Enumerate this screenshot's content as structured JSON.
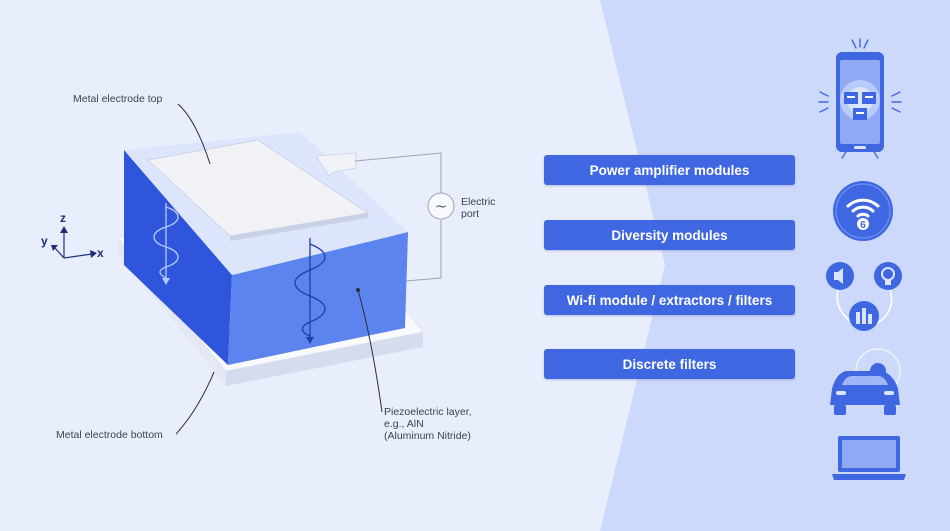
{
  "diagram": {
    "labels": {
      "top_electrode": "Metal electrode top",
      "electric_port": [
        "Electric",
        "port"
      ],
      "piezo_layer": [
        "Piezoelectric layer,",
        "e.g., AlN",
        "(Aluminum Nitride)"
      ],
      "bottom_electrode": "Metal electrode bottom"
    },
    "axes": {
      "z": "z",
      "y": "y",
      "x": "x"
    },
    "port_symbol": "~"
  },
  "modules": [
    "Power amplifier modules",
    "Diversity modules",
    "Wi-fi module / extractors / filters",
    "Discrete filters"
  ],
  "icons": {
    "wifi_badge": "6",
    "names": [
      "smartphone-icon",
      "wifi-6-icon",
      "smart-home-icon",
      "car-icon",
      "laptop-icon"
    ]
  },
  "colors": {
    "background_left": "#e9eefc",
    "background_right": "#ccd9fb",
    "block_dark": "#2f55dd",
    "block_light": "#5c84ee",
    "button": "#3f67e2"
  }
}
